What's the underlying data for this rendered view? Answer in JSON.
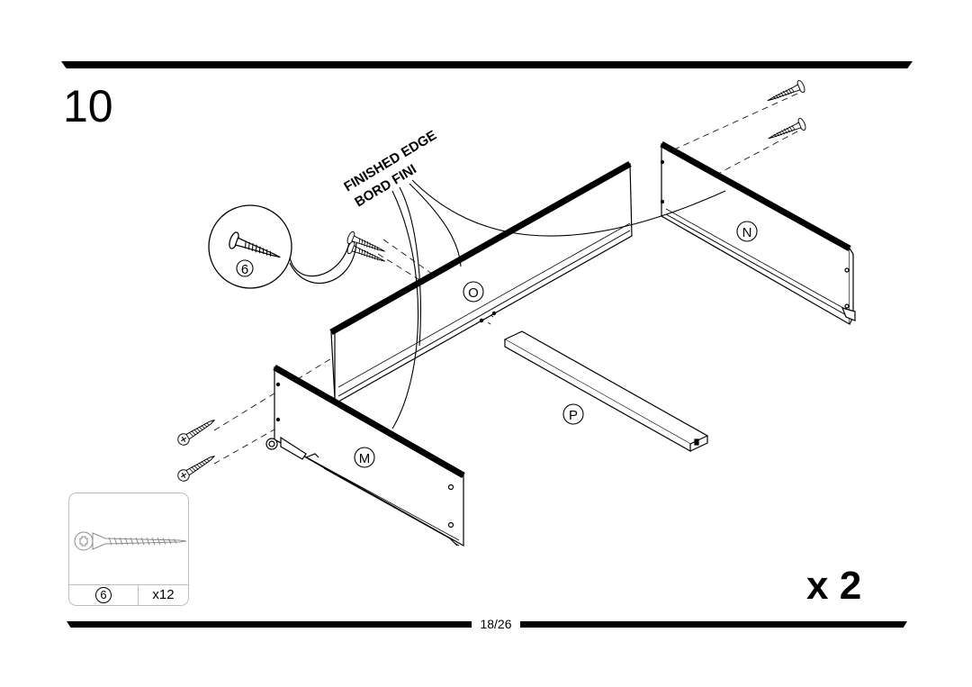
{
  "step": {
    "number": "10"
  },
  "note": {
    "line1": "FINISHED EDGE",
    "line2": "BORD FINI"
  },
  "callout": {
    "part": "6"
  },
  "parts": {
    "m": "M",
    "n": "N",
    "o": "O",
    "p": "P"
  },
  "quantity": "x 2",
  "hardware": {
    "id": "6",
    "qty": "x12",
    "icon": "screw-icon"
  },
  "page": "18/26"
}
